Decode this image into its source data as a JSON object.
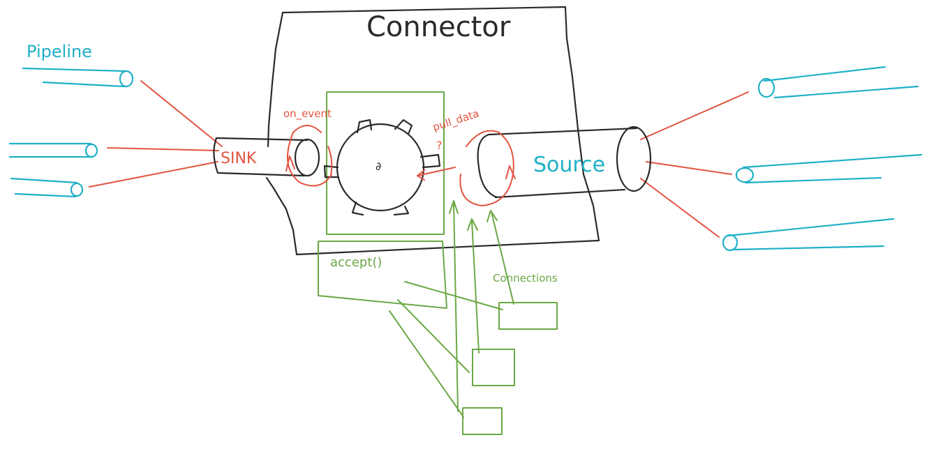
{
  "diagram": {
    "labels": {
      "connector": "Connector",
      "pipeline": "Pipeline",
      "sink": "SINK",
      "on_event": "on_event",
      "pull_data": "pull_data",
      "question": "?",
      "source": "Source",
      "accept": "accept()",
      "connections": "Connections",
      "gear_center": "∂"
    },
    "colors": {
      "ink": "#2a2a2a",
      "pipeline_cyan": "#1fb0c7",
      "flow_red": "#e2533f",
      "accept_green": "#6aa844"
    }
  }
}
